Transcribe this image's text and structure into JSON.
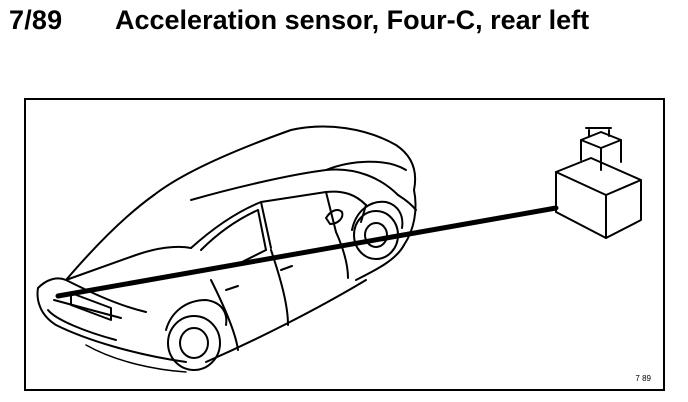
{
  "heading": {
    "number": "7/89",
    "title": "Acceleration sensor, Four-C, rear left"
  },
  "figure": {
    "code": "7 89",
    "line_color": "#000000",
    "background_color": "#ffffff"
  }
}
